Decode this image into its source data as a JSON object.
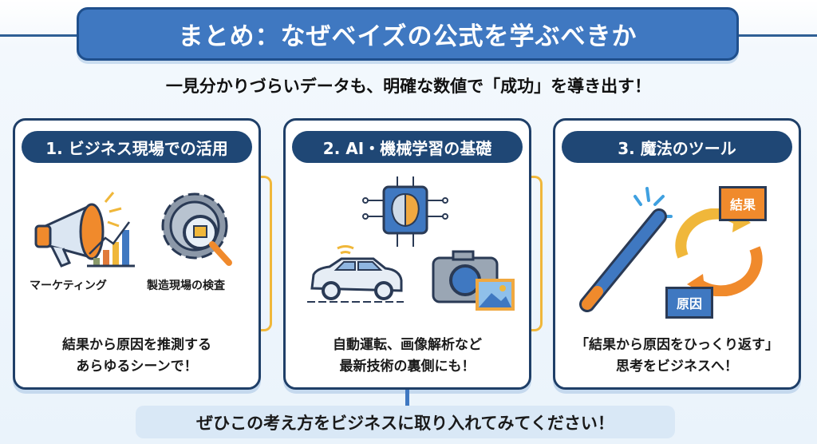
{
  "title": "まとめ：なぜベイズの公式を学ぶべきか",
  "subtitle": "一見分かりづらいデータも、明確な数値で「成功」を導き出す！",
  "cards": [
    {
      "heading": "1. ビジネス現場での活用",
      "labels": [
        "マーケティング",
        "製造現場の検査"
      ],
      "desc": [
        "結果から原因を推測する",
        "あらゆるシーンで！"
      ]
    },
    {
      "heading": "2. AI・機械学習の基礎",
      "desc": [
        "自動運転、画像解析など",
        "最新技術の裏側にも！"
      ]
    },
    {
      "heading": "3. 魔法のツール",
      "boxes": [
        "結果",
        "原因"
      ],
      "desc": [
        "「結果から原因をひっくり返す」",
        "思考をビジネスへ！"
      ]
    }
  ],
  "footer": "ぜひこの考え方をビジネスに取り入れてみてください！",
  "colors": {
    "primary": "#3f78c1",
    "navy": "#1f4775",
    "accent": "#f0b73a",
    "orange": "#f08a2c"
  }
}
